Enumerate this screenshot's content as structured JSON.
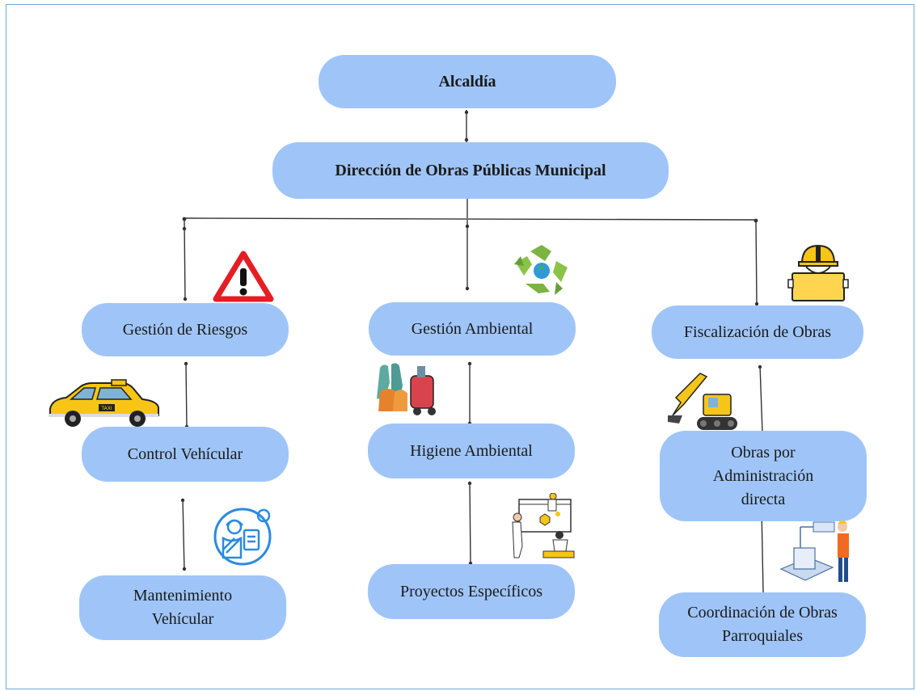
{
  "nodes": {
    "alcaldia": "Alcaldía",
    "direccion": "Dirección de Obras Públicas Municipal",
    "gestion_riesgos": "Gestión de Riesgos",
    "gestion_ambiental": "Gestión Ambiental",
    "fiscalizacion": "Fiscalización de Obras",
    "control_vehicular": "Control Vehícular",
    "higiene_ambiental": "Higiene Ambiental",
    "obras_administracion": "Obras por Administración directa",
    "mantenimiento_vehicular": "Mantenimiento Vehícular",
    "proyectos_especificos": "Proyectos Específicos",
    "coordinacion_obras": "Coordinación de Obras Parroquiales"
  },
  "icons": {
    "warning": "warning-icon",
    "recycle": "recycle-icon",
    "engineer": "engineer-icon",
    "taxi": "taxi-icon",
    "cleaners": "cleaning-workers-icon",
    "excavator": "excavator-icon",
    "mechanic": "mechanic-icon",
    "designers": "design-team-icon",
    "builder": "construction-worker-icon"
  },
  "colors": {
    "node_fill": "#9fc5f8",
    "border": "#6fa8dc",
    "connector": "#333333"
  }
}
